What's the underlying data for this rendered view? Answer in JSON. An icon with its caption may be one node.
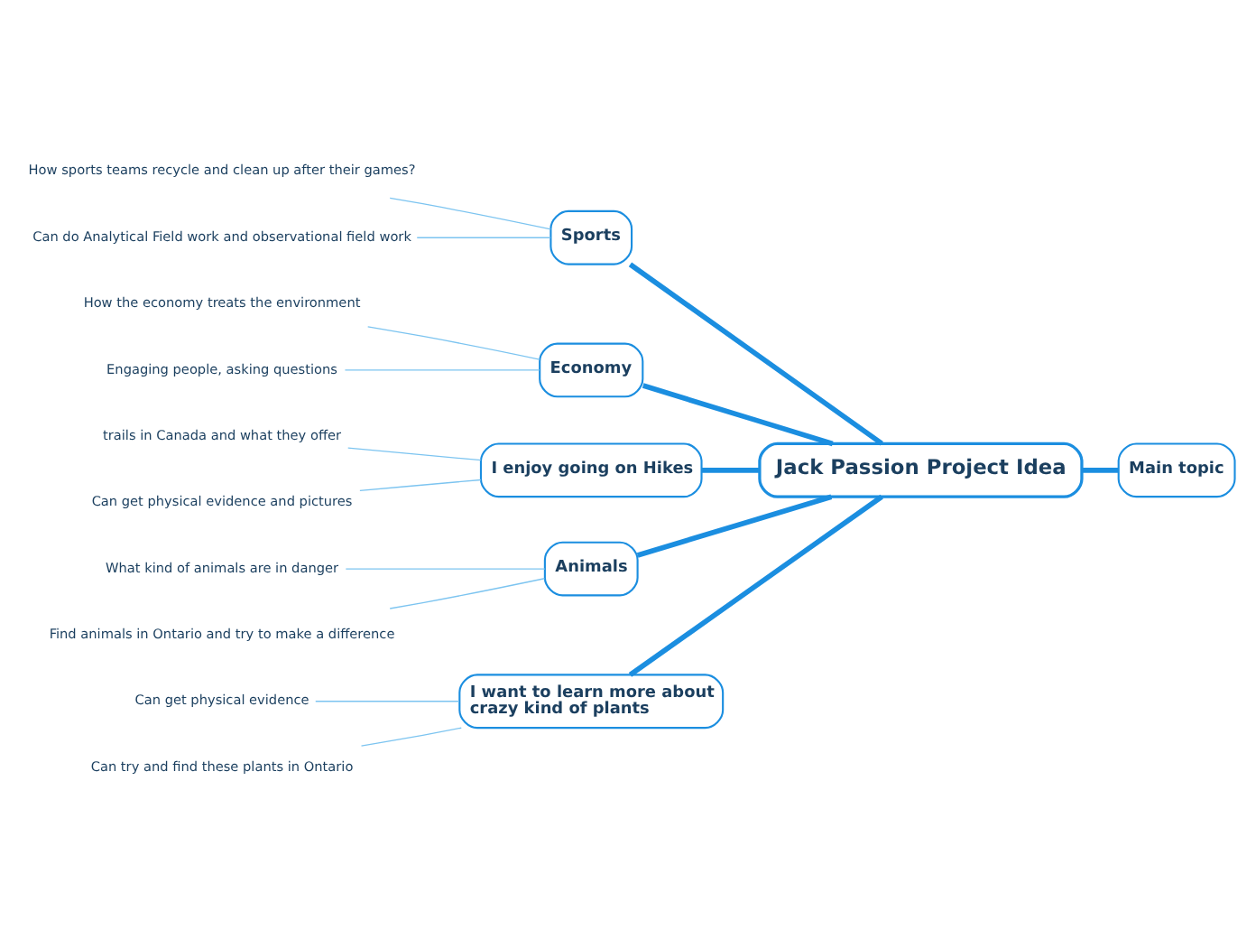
{
  "diagram": {
    "nodes": [
      {
        "text": [
          "Jack Passion Project Idea"
        ]
      },
      {
        "text": [
          "Main topic"
        ]
      },
      {
        "text": [
          "Sports"
        ]
      },
      {
        "text": [
          "How sports teams recycle and clean up after their games?"
        ]
      },
      {
        "text": [
          "Can do Analytical Field work and observational field work"
        ]
      },
      {
        "text": [
          "Economy"
        ]
      },
      {
        "text": [
          "How the economy treats the environment"
        ]
      },
      {
        "text": [
          "Engaging people, asking questions"
        ]
      },
      {
        "text": [
          "I enjoy going on Hikes"
        ]
      },
      {
        "text": [
          "trails in Canada and what they offer"
        ]
      },
      {
        "text": [
          "Can get physical evidence and pictures"
        ]
      },
      {
        "text": [
          "Animals"
        ]
      },
      {
        "text": [
          "What kind of animals are in danger"
        ]
      },
      {
        "text": [
          "Find animals in Ontario and try to make a difference"
        ]
      },
      {
        "text": [
          "I want to learn more about crazy kind of plants"
        ]
      },
      {
        "text": [
          "Can get physical evidence"
        ]
      },
      {
        "text": [
          "Can try and find these plants in Ontario"
        ]
      }
    ],
    "edges": [
      {
        "from": 0,
        "to": 1,
        "arrow": "none",
        "style": "thick",
        "color": "#1b8ee0"
      },
      {
        "from": 0,
        "to": 2,
        "arrow": "none",
        "style": "thick",
        "color": "#1b8ee0"
      },
      {
        "from": 2,
        "to": 3,
        "arrow": "none"
      },
      {
        "from": 2,
        "to": 4,
        "arrow": "none"
      },
      {
        "from": 0,
        "to": 5,
        "arrow": "none",
        "style": "thick",
        "color": "#1b8ee0"
      },
      {
        "from": 5,
        "to": 6,
        "arrow": "none"
      },
      {
        "from": 5,
        "to": 7,
        "arrow": "none"
      },
      {
        "from": 0,
        "to": 8,
        "arrow": "none",
        "style": "thick",
        "color": "#1b8ee0"
      },
      {
        "from": 8,
        "to": 9,
        "arrow": "none"
      },
      {
        "from": 8,
        "to": 10,
        "arrow": "none"
      },
      {
        "from": 0,
        "to": 11,
        "arrow": "none",
        "style": "thick",
        "color": "#1b8ee0"
      },
      {
        "from": 11,
        "to": 12,
        "arrow": "none"
      },
      {
        "from": 11,
        "to": 13,
        "arrow": "none"
      },
      {
        "from": 0,
        "to": 14,
        "arrow": "none",
        "style": "thick",
        "color": "#1b8ee0"
      },
      {
        "from": 14,
        "to": 15,
        "arrow": "none"
      },
      {
        "from": 14,
        "to": 16,
        "arrow": "none"
      }
    ]
  }
}
